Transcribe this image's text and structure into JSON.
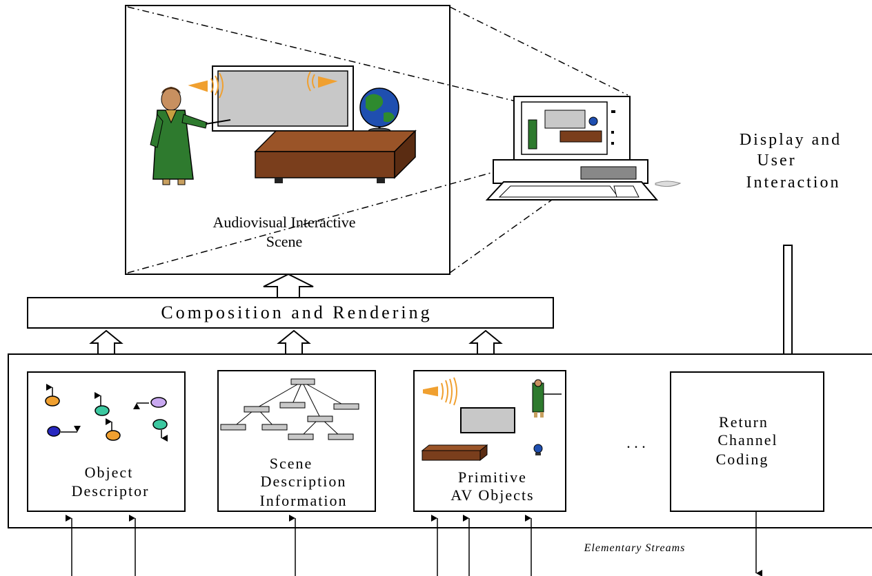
{
  "scene": {
    "label_line1": "Audiovisual Interactive",
    "label_line2": "Scene"
  },
  "display": {
    "line1": "Display and",
    "line2": "User",
    "line3": "Interaction"
  },
  "composition": {
    "label": "Composition and Rendering"
  },
  "boxes": {
    "object_descriptor": {
      "line1": "Object",
      "line2": "Descriptor"
    },
    "scene_description": {
      "line1": "Scene",
      "line2": "Description",
      "line3": "Information"
    },
    "primitive_av": {
      "line1": "Primitive",
      "line2": "AV Objects"
    },
    "return_channel": {
      "line1": "Return",
      "line2": "Channel",
      "line3": "Coding"
    }
  },
  "ellipsis": ". . .",
  "elementary_streams": "Elementary Streams",
  "colors": {
    "orange": "#f0a030",
    "green": "#3cc8a0",
    "lavender": "#c8a8f0",
    "blue": "#2828c0",
    "desk_brown": "#7a3e1c",
    "screen_gray": "#c8c8c8",
    "robe_green": "#2e7a2e"
  }
}
